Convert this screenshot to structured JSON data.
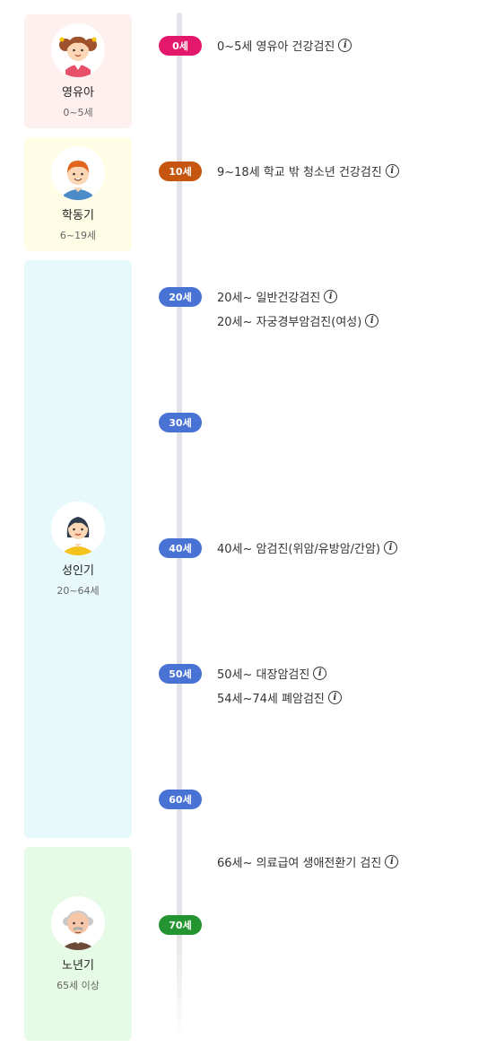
{
  "stages": [
    {
      "name": "영유아",
      "range": "0~5세",
      "bg": "#fff0f0"
    },
    {
      "name": "학동기",
      "range": "6~19세",
      "bg": "#fffde6"
    },
    {
      "name": "성인기",
      "range": "20~64세",
      "bg": "#e8f9fb"
    },
    {
      "name": "노년기",
      "range": "65세 이상",
      "bg": "#e6fbe6"
    }
  ],
  "timeline": {
    "markers": [
      {
        "label": "0세",
        "color": "#e4186a"
      },
      {
        "label": "10세",
        "color": "#c6560f"
      },
      {
        "label": "20세",
        "color": "#4872d4"
      },
      {
        "label": "30세",
        "color": "#4872d4"
      },
      {
        "label": "40세",
        "color": "#4872d4"
      },
      {
        "label": "50세",
        "color": "#4872d4"
      },
      {
        "label": "60세",
        "color": "#4872d4"
      },
      {
        "label": "70세",
        "color": "#239430"
      }
    ],
    "checkups": [
      "0~5세 영유아 건강검진",
      "9~18세 학교 밖 청소년 건강검진",
      "20세~ 일반건강검진",
      "20세~ 자궁경부암검진(여성)",
      "40세~ 암검진(위암/유방암/간암)",
      "50세~ 대장암검진",
      "54세~74세 폐암검진",
      "66세~ 의료급여 생애전환기 검진"
    ],
    "info_icon": "i"
  }
}
